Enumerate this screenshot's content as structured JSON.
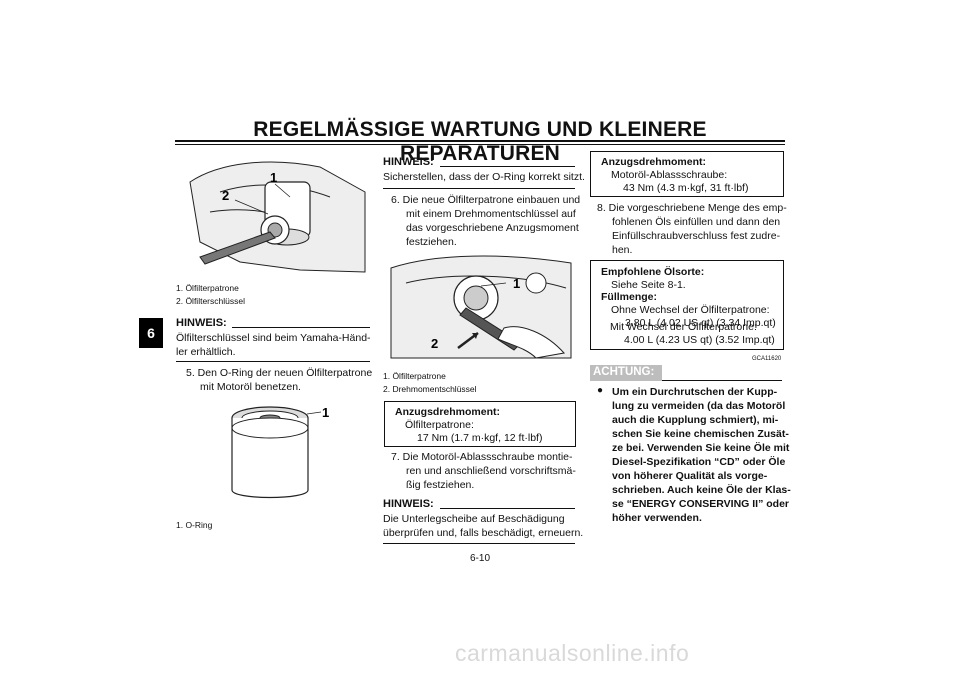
{
  "header": {
    "title": "REGELMÄSSIGE WARTUNG UND KLEINERE REPARATUREN"
  },
  "side_tab": "6",
  "col1": {
    "fig1_callouts": [
      "1",
      "2"
    ],
    "fig1_captions": [
      "1. Ölfilterpatrone",
      "2. Ölfilterschlüssel"
    ],
    "hinweis_label": "HINWEIS:",
    "hinweis_text": [
      "Ölfilterschlüssel sind beim Yamaha-Händ-",
      "ler erhältlich."
    ],
    "step5": [
      "5. Den O-Ring der neuen Ölfilterpatrone",
      "mit Motoröl benetzen."
    ],
    "fig2_callout": "1",
    "fig2_caption": "1. O-Ring"
  },
  "col2": {
    "hinweis_label": "HINWEIS:",
    "hinweis_text": "Sicherstellen, dass der O-Ring korrekt sitzt.",
    "step6": [
      "6. Die neue Ölfilterpatrone einbauen und",
      "mit einem Drehmomentschlüssel auf",
      "das vorgeschriebene Anzugsmoment",
      "festziehen."
    ],
    "fig3_callouts": [
      "1",
      "2"
    ],
    "fig3_captions": [
      "1. Ölfilterpatrone",
      "2. Drehmomentschlüssel"
    ],
    "torque_box": {
      "title": "Anzugsdrehmoment:",
      "item": "Ölfilterpatrone:",
      "value": "17 Nm (1.7 m·kgf, 12 ft·lbf)"
    },
    "step7": [
      "7. Die Motoröl-Ablassschraube montie-",
      "ren und anschließend vorschriftsmä-",
      "ßig festziehen."
    ],
    "hinweis2_label": "HINWEIS:",
    "hinweis2_text": [
      "Die Unterlegscheibe auf Beschädigung",
      "überprüfen und, falls beschädigt, erneuern."
    ]
  },
  "col3": {
    "torque_box": {
      "title": "Anzugsdrehmoment:",
      "item": "Motoröl-Ablassschraube:",
      "value": "43 Nm (4.3 m·kgf, 31 ft·lbf)"
    },
    "step8": [
      "8. Die vorgeschriebene Menge des emp-",
      "fohlenen Öls einfüllen und dann den",
      "Einfüllschraubverschluss fest zudre-",
      "hen."
    ],
    "oil_box": {
      "title1": "Empfohlene Ölsorte:",
      "line1": "Siehe Seite 8-1.",
      "title2": "Füllmenge:",
      "line2": "Ohne Wechsel der Ölfilterpatrone:",
      "line3": "3.80 L (4.02 US qt) (3.34 Imp.qt)",
      "line4": "Mit Wechsel der Ölfilterpatrone:",
      "line5": "4.00 L (4.23 US qt) (3.52 Imp.qt)"
    },
    "code": "GCA11620",
    "achtung_label": "ACHTUNG:",
    "bullet": "●",
    "achtung_text": [
      "Um ein Durchrutschen der Kupp-",
      "lung zu vermeiden (da das Motoröl",
      "auch die Kupplung schmiert), mi-",
      "schen Sie keine chemischen Zusät-",
      "ze bei. Verwenden Sie keine Öle mit",
      "Diesel-Spezifikation “CD” oder Öle",
      "von höherer Qualität als vorge-",
      "schrieben. Auch keine Öle der Klas-",
      "se “ENERGY CONSERVING II” oder",
      "höher verwenden."
    ]
  },
  "footer": {
    "page": "6-10"
  },
  "watermark": "carmanualsonline.info"
}
